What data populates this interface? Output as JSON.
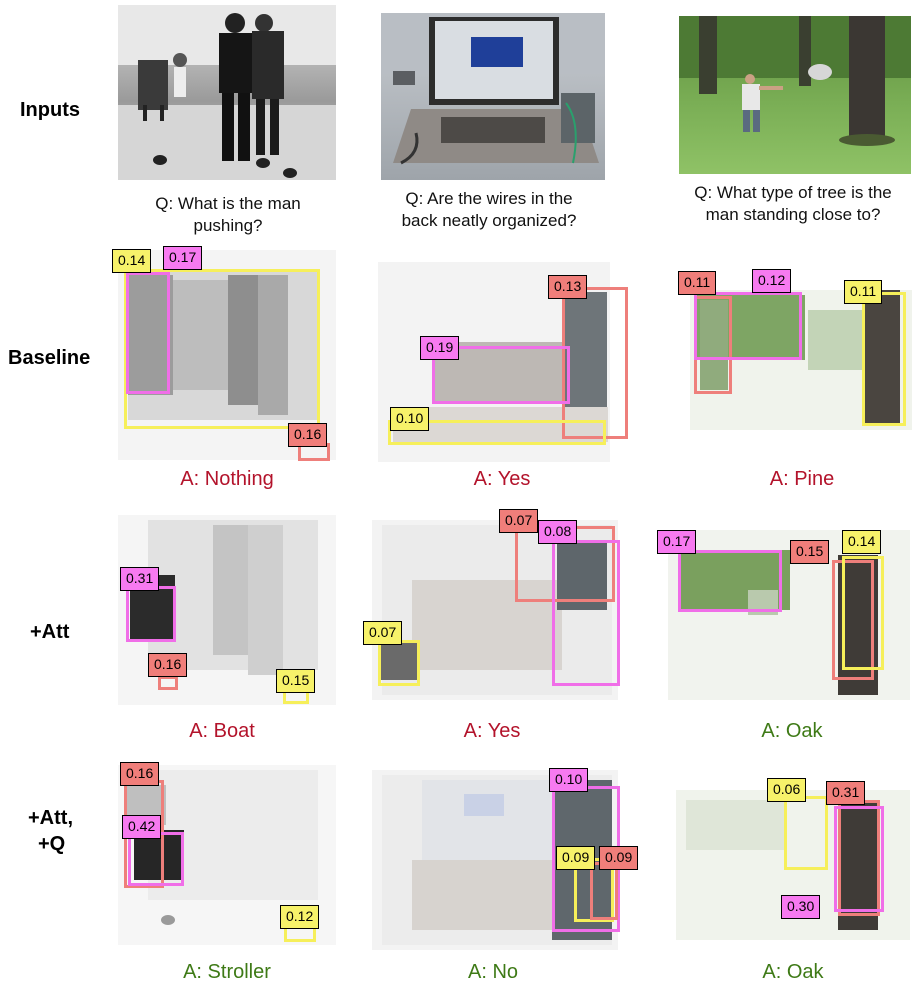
{
  "row_labels": {
    "inputs": "Inputs",
    "baseline": "Baseline",
    "att": "+Att",
    "att_q_1": "+Att,",
    "att_q_2": "+Q"
  },
  "questions": [
    {
      "line1": "Q: What  is the man",
      "line2": "pushing?"
    },
    {
      "line1": "Q: Are the wires in the",
      "line2": "back neatly organized?"
    },
    {
      "line1": "Q: What type of tree is the",
      "line2": "man standing close to?"
    }
  ],
  "answers": {
    "baseline": [
      "A: Nothing",
      "A: Yes",
      "A: Pine"
    ],
    "att": [
      "A: Boat",
      "A: Yes",
      "A: Oak"
    ],
    "att_q": [
      "A: Stroller",
      "A: No",
      "A: Oak"
    ]
  },
  "answer_colors": {
    "wrong": "#b3132b",
    "right": "#3e7a16"
  },
  "box_colors": {
    "yellow": "#f6ef5a",
    "pink": "#f06ee8",
    "red": "#ee7f7b"
  },
  "scores": {
    "baseline": {
      "c1": [
        "0.14",
        "0.17",
        "0.16"
      ],
      "c2": [
        "0.13",
        "0.19",
        "0.10"
      ],
      "c3": [
        "0.11",
        "0.12",
        "0.11"
      ]
    },
    "att": {
      "c1": [
        "0.31",
        "0.16",
        "0.15"
      ],
      "c2": [
        "0.07",
        "0.08",
        "0.07"
      ],
      "c3": [
        "0.17",
        "0.15",
        "0.14"
      ]
    },
    "att_q": {
      "c1": [
        "0.16",
        "0.42",
        "0.12"
      ],
      "c2": [
        "0.10",
        "0.09",
        "0.09"
      ],
      "c3": [
        "0.06",
        "0.31",
        "0.30"
      ]
    }
  }
}
